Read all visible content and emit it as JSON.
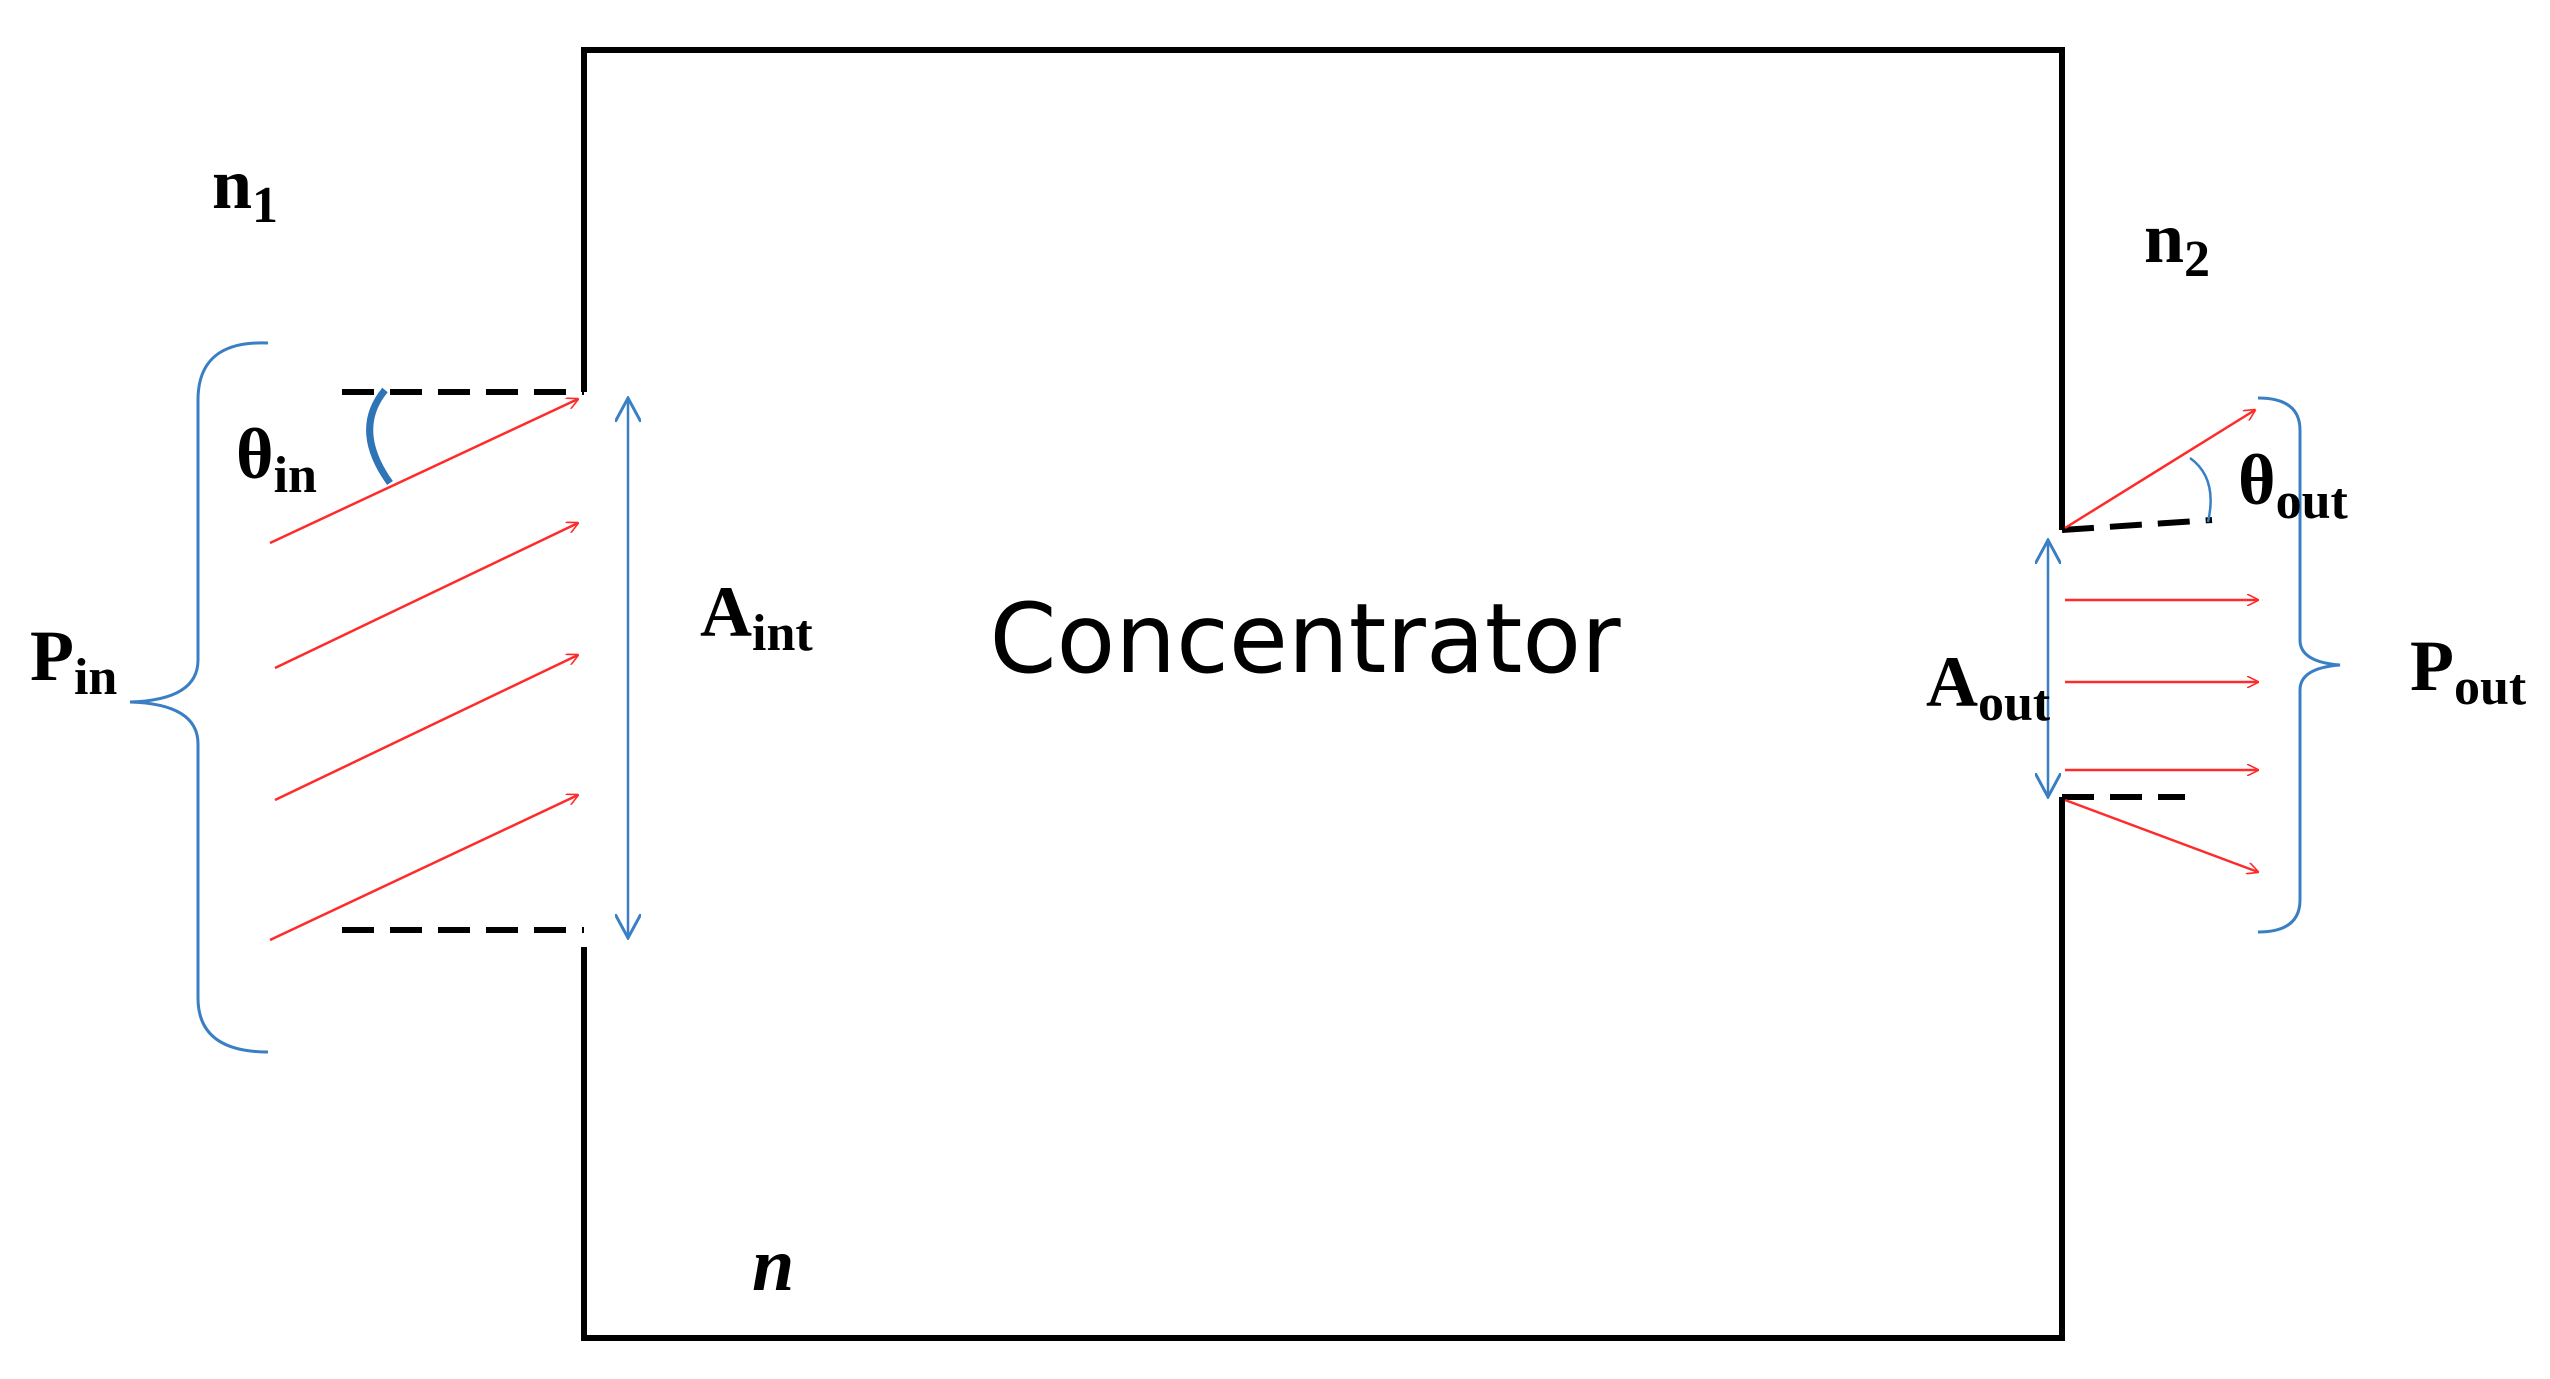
{
  "labels": {
    "center": "Concentrator",
    "medium_in": {
      "base": "n",
      "sub": "1"
    },
    "medium_out": {
      "base": "n",
      "sub": "2"
    },
    "medium_inside": "n",
    "theta_in": {
      "base": "θ",
      "sub": "in"
    },
    "theta_out": {
      "base": "θ",
      "sub": "out"
    },
    "area_in": {
      "base": "A",
      "sub": "int"
    },
    "area_out": {
      "base": "A",
      "sub": "out"
    },
    "power_in": {
      "base": "P",
      "sub": "in"
    },
    "power_out": {
      "base": "P",
      "sub": "out"
    }
  },
  "colors": {
    "outline": "#000000",
    "ray": "#ff2a2a",
    "dimension": "#3a7fc4",
    "angle_arc": "#2f74b5"
  }
}
